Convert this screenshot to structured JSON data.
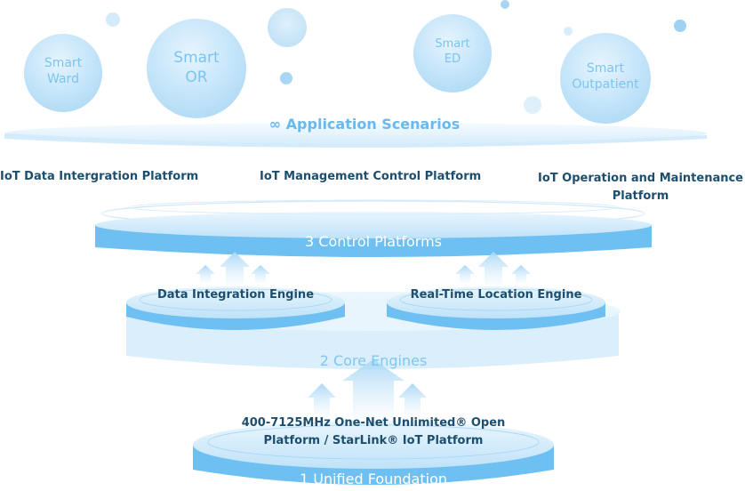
{
  "diagram": {
    "application_layer": {
      "title": "Application Scenarios",
      "icon": "infinity-icon",
      "icon_glyph": "∞",
      "scenarios": [
        {
          "line1": "Smart",
          "line2": "Ward"
        },
        {
          "line1": "Smart",
          "line2": "OR"
        },
        {
          "line1": "Smart",
          "line2": "ED"
        },
        {
          "line1": "Smart",
          "line2": "Outpatient"
        }
      ]
    },
    "platforms_layer": {
      "title": "3 Control Platforms",
      "platforms": [
        {
          "label": "IoT Data Intergration Platform"
        },
        {
          "label": "IoT Management Control Platform"
        },
        {
          "label_line1": "IoT Operation and Maintenance",
          "label_line2": "Platform"
        }
      ]
    },
    "engines_layer": {
      "title": "2 Core Engines",
      "engines": [
        {
          "label": "Data Integration Engine"
        },
        {
          "label": "Real-Time Location Engine"
        }
      ]
    },
    "foundation_layer": {
      "title": "1 Unified Foundation",
      "description_line1": "400-7125MHz One-Net Unlimited® Open",
      "description_line2": "Platform / StarLink® IoT Platform"
    },
    "colors": {
      "primary_blue": "#6ec0f2",
      "light_blue": "#d6ecfb",
      "bubble_blue": "#bfe2f8",
      "dark_text": "#1d4e6e",
      "accent_text": "#6ab9ee"
    }
  }
}
